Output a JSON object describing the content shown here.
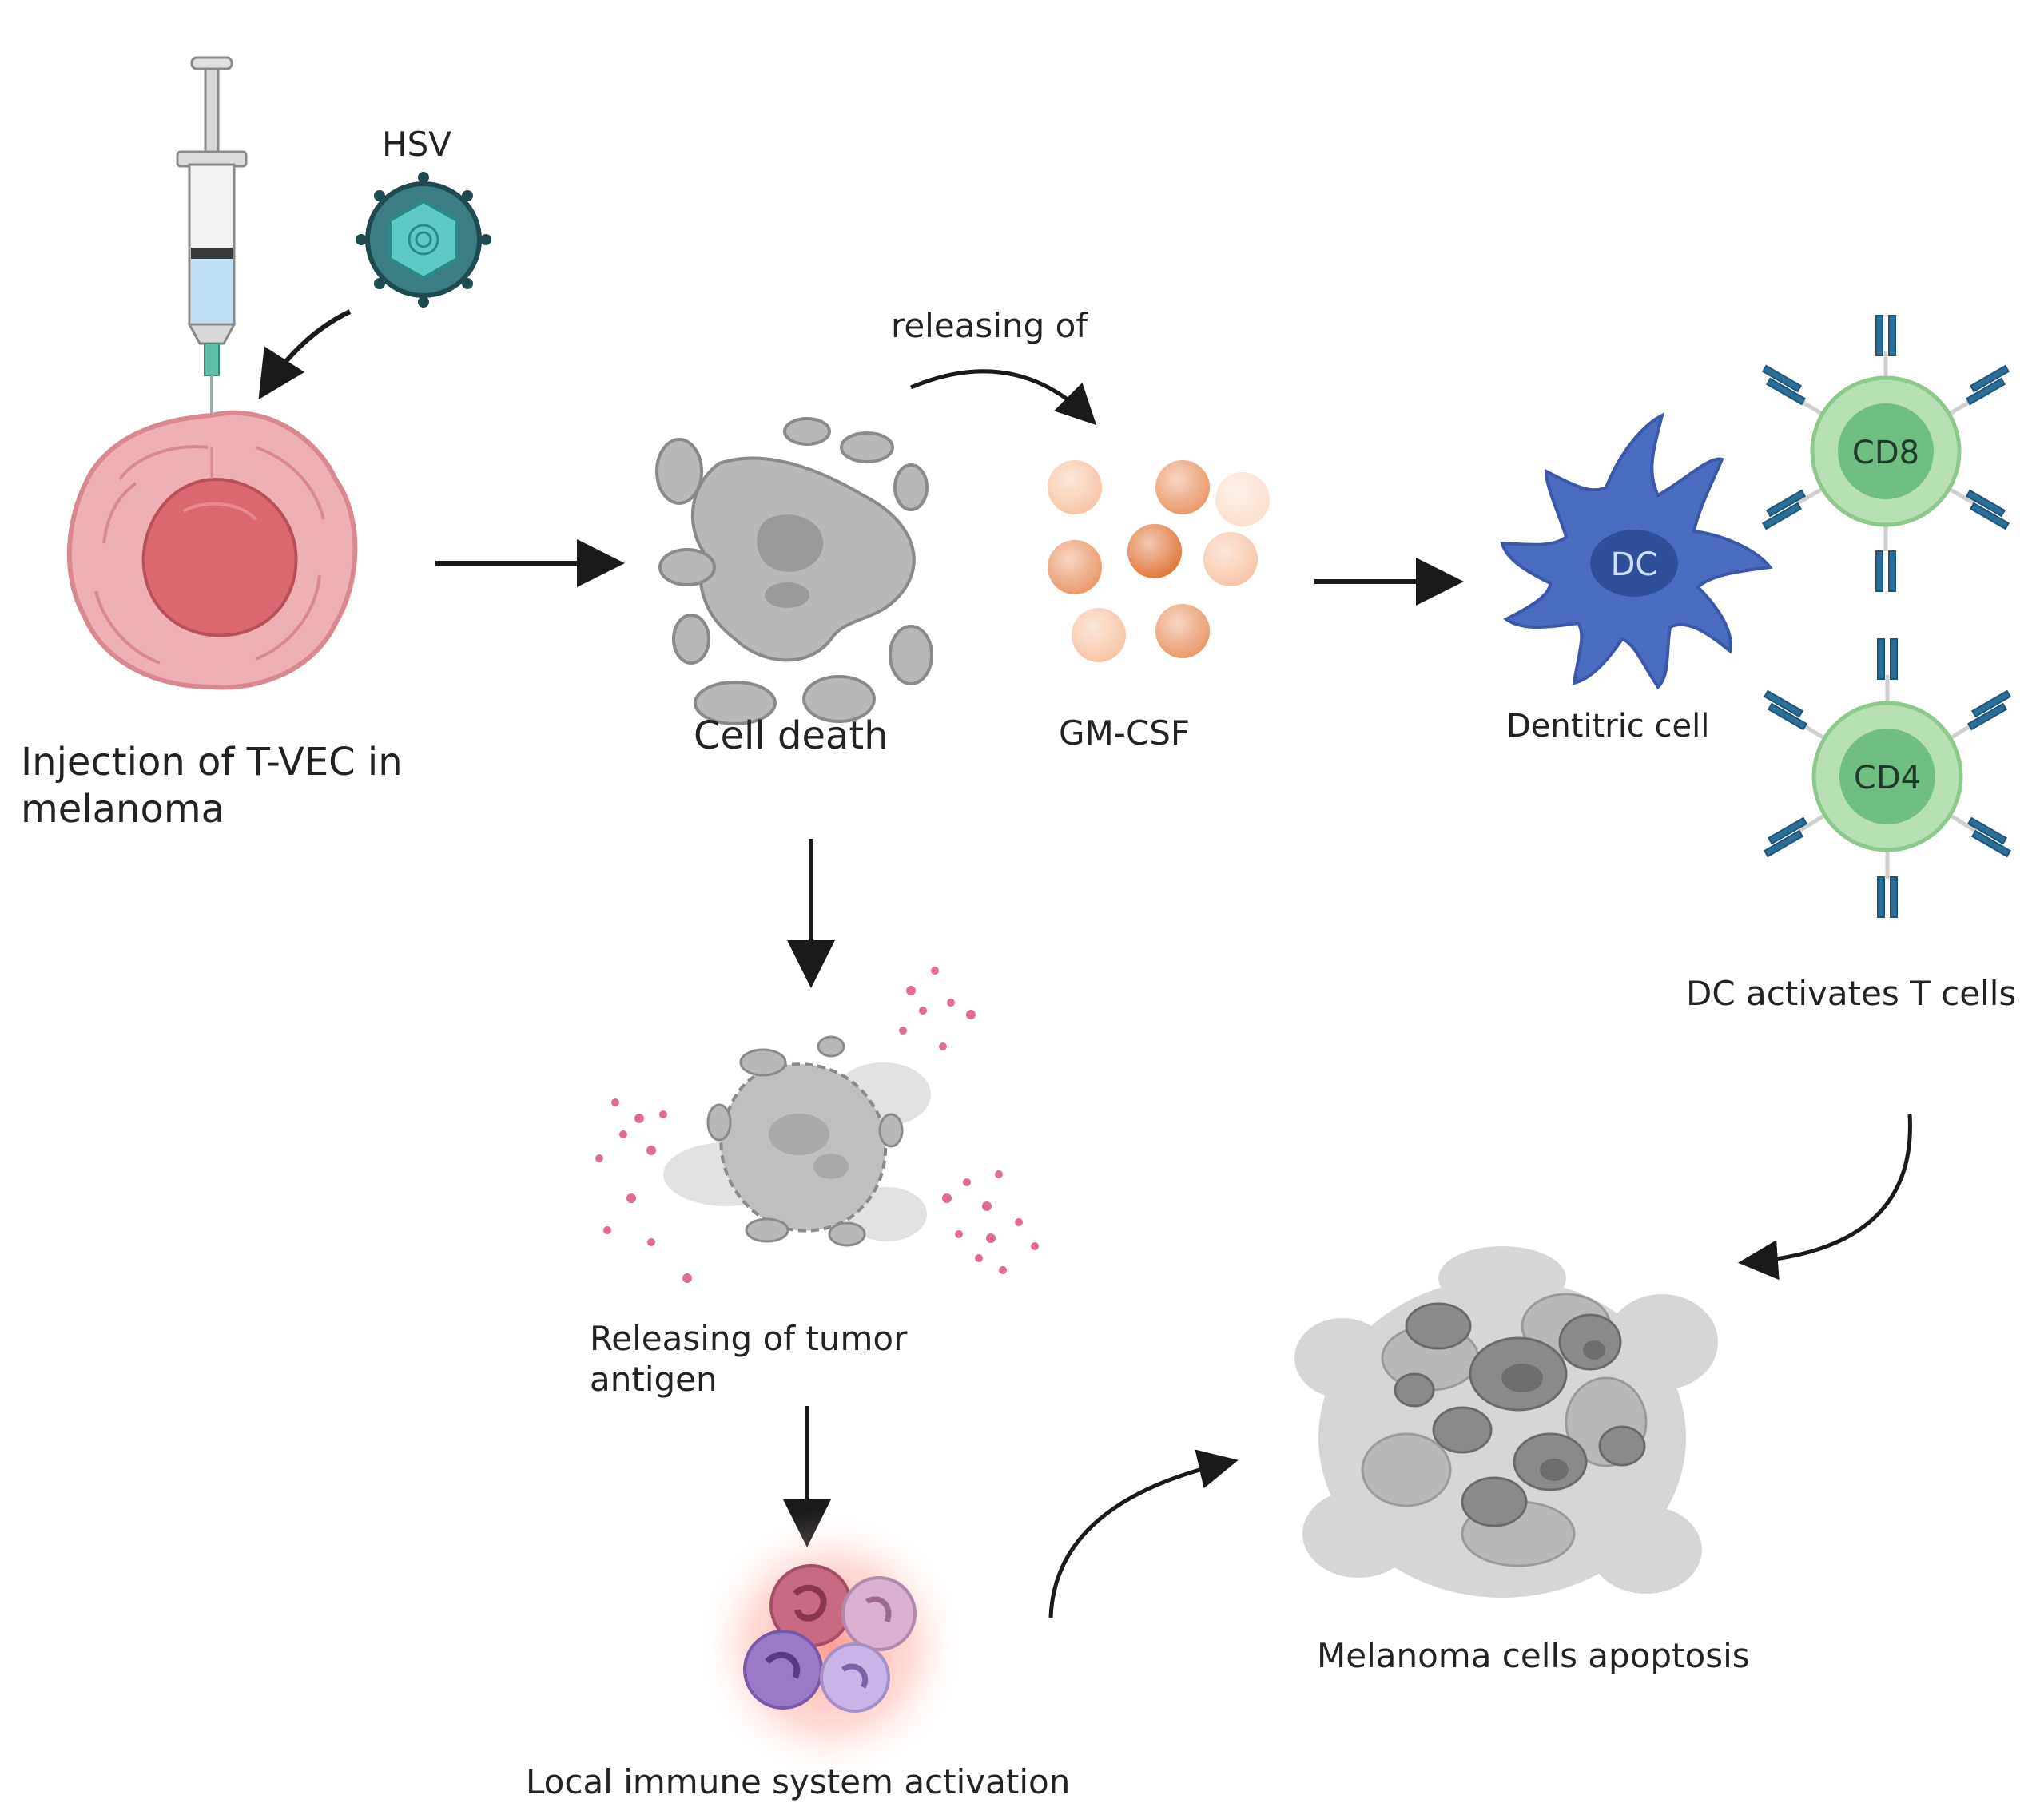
{
  "labels": {
    "hsv": "HSV",
    "injection": "Injection of T-VEC in\nmelanoma",
    "cell_death": "Cell death",
    "releasing_of": "releasing of",
    "gm_csf": "GM-CSF",
    "dc": "DC",
    "dentritic_cell": "Dentitric cell",
    "cd8": "CD8",
    "cd4": "CD4",
    "dc_activates": "DC activates T cells",
    "tumor_antigen": "Releasing of tumor\nantigen",
    "immune_activation": "Local immune system activation",
    "apoptosis": "Melanoma cells apoptosis"
  },
  "colors": {
    "tumor": "#e8a0a6",
    "tumor_core": "#d45c66",
    "debris": "#a9a9a9",
    "gm_csf": "#eb9a6c",
    "dendritic": "#4a6cc0",
    "t_cell": "#a8d8a8",
    "receptor": "#2a6f9a",
    "antigen": "#e36b90",
    "arrow": "#1a1a1a"
  }
}
